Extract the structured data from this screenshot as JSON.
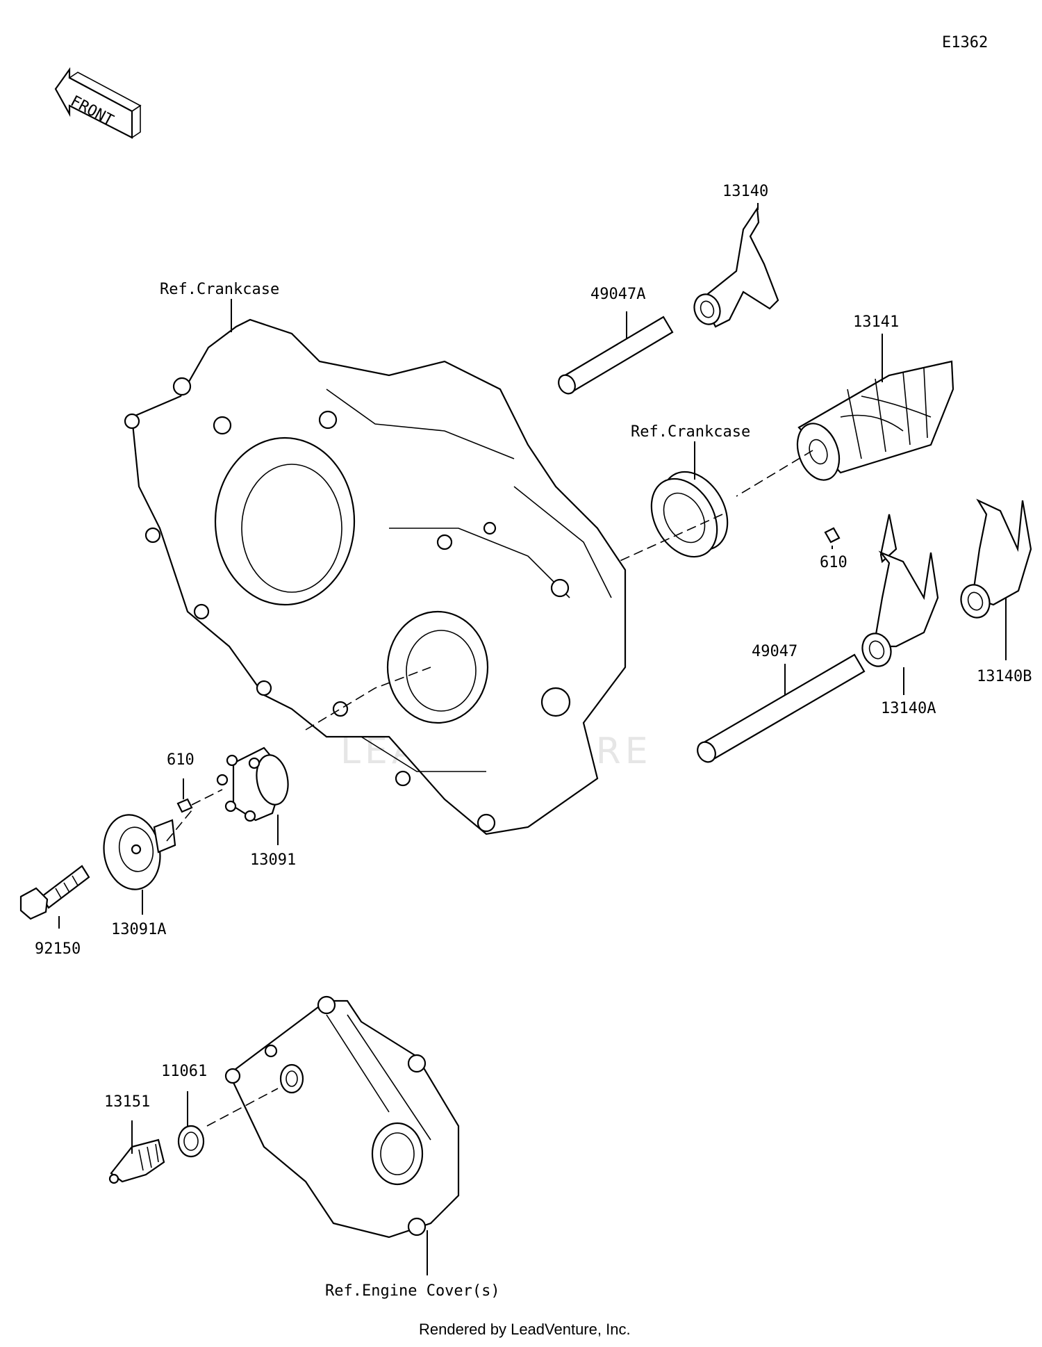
{
  "diagram_code": "E1362",
  "front_label": "FRONT",
  "labels": {
    "ref_crankcase_left": "Ref.Crankcase",
    "ref_crankcase_right": "Ref.Crankcase",
    "ref_engine_cover": "Ref.Engine Cover(s)",
    "p13140": "13140",
    "p49047A": "49047A",
    "p13141": "13141",
    "p610_right": "610",
    "p49047": "49047",
    "p13140A": "13140A",
    "p13140B": "13140B",
    "p610_left": "610",
    "p13091": "13091",
    "p13091A": "13091A",
    "p92150": "92150",
    "p11061": "11061",
    "p13151": "13151"
  },
  "watermark": "LEADVENTURE",
  "footer": "Rendered by LeadVenture, Inc."
}
